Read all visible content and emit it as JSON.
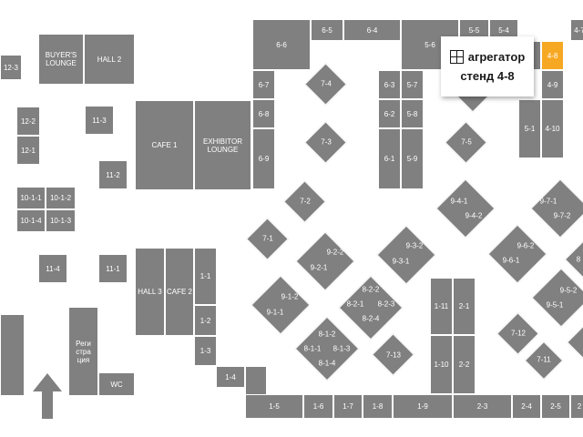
{
  "booths": [
    {
      "id": "12-3",
      "label": "12-3"
    },
    {
      "id": "buyers-lounge",
      "label": "BUYER'S LOUNGE"
    },
    {
      "id": "hall-2",
      "label": "HALL 2"
    },
    {
      "id": "12-2",
      "label": "12-2"
    },
    {
      "id": "12-1",
      "label": "12-1"
    },
    {
      "id": "11-3",
      "label": "11-3"
    },
    {
      "id": "11-2",
      "label": "11-2"
    },
    {
      "id": "cafe-1",
      "label": "CAFE 1"
    },
    {
      "id": "exhibitor-lounge",
      "label": "EXHIBITOR LOUNGE"
    },
    {
      "id": "10-1-1",
      "label": "10-1-1"
    },
    {
      "id": "10-1-2",
      "label": "10-1-2"
    },
    {
      "id": "10-1-4",
      "label": "10-1-4"
    },
    {
      "id": "10-1-3",
      "label": "10-1-3"
    },
    {
      "id": "11-4",
      "label": "11-4"
    },
    {
      "id": "11-1",
      "label": "11-1"
    },
    {
      "id": "hall-3",
      "label": "HALL 3"
    },
    {
      "id": "cafe-2",
      "label": "CAFE 2"
    },
    {
      "id": "1-1",
      "label": "1-1"
    },
    {
      "id": "1-2",
      "label": "1-2"
    },
    {
      "id": "1-3",
      "label": "1-3"
    },
    {
      "id": "left-block",
      "label": ""
    },
    {
      "id": "registration",
      "label": "Реги стра ция"
    },
    {
      "id": "wc",
      "label": "WC"
    },
    {
      "id": "1-4",
      "label": "1-4"
    },
    {
      "id": "1-5",
      "label": "1-5"
    },
    {
      "id": "1-6",
      "label": "1-6"
    },
    {
      "id": "1-7",
      "label": "1-7"
    },
    {
      "id": "1-8",
      "label": "1-8"
    },
    {
      "id": "1-9",
      "label": "1-9"
    },
    {
      "id": "1-11",
      "label": "1-11"
    },
    {
      "id": "1-10",
      "label": "1-10"
    },
    {
      "id": "2-1",
      "label": "2-1"
    },
    {
      "id": "2-2",
      "label": "2-2"
    },
    {
      "id": "2-3",
      "label": "2-3"
    },
    {
      "id": "2-4",
      "label": "2-4"
    },
    {
      "id": "2-5",
      "label": "2-5"
    },
    {
      "id": "2-6",
      "label": "2"
    },
    {
      "id": "6-6",
      "label": "6-6"
    },
    {
      "id": "6-5",
      "label": "6-5"
    },
    {
      "id": "6-4",
      "label": "6-4"
    },
    {
      "id": "5-6",
      "label": "5-6"
    },
    {
      "id": "5-5",
      "label": "5-5"
    },
    {
      "id": "5-4",
      "label": "5-4"
    },
    {
      "id": "4-7",
      "label": "4-7"
    },
    {
      "id": "6-7",
      "label": "6-7"
    },
    {
      "id": "6-8",
      "label": "6-8"
    },
    {
      "id": "6-9",
      "label": "6-9"
    },
    {
      "id": "6-3",
      "label": "6-3"
    },
    {
      "id": "6-2",
      "label": "6-2"
    },
    {
      "id": "6-1",
      "label": "6-1"
    },
    {
      "id": "5-7",
      "label": "5-7"
    },
    {
      "id": "5-8",
      "label": "5-8"
    },
    {
      "id": "5-9",
      "label": "5-9"
    },
    {
      "id": "4-8",
      "label": "4-8"
    },
    {
      "id": "4-9",
      "label": "4-9"
    },
    {
      "id": "4-10",
      "label": "4-10"
    },
    {
      "id": "5-1",
      "label": "5-1"
    },
    {
      "id": "5-3",
      "label": ""
    }
  ],
  "diamonds": [
    {
      "id": "7-4",
      "label": "7-4"
    },
    {
      "id": "7-3",
      "label": "7-3"
    },
    {
      "id": "7-2",
      "label": "7-2"
    },
    {
      "id": "7-1",
      "label": "7-1"
    },
    {
      "id": "7-5",
      "label": "7-5"
    },
    {
      "id": "5-2",
      "label": ""
    },
    {
      "id": "7-13",
      "label": "7-13"
    },
    {
      "id": "7-12",
      "label": "7-12"
    },
    {
      "id": "7-11",
      "label": "7-11"
    }
  ],
  "groups": [
    {
      "id": "9-2",
      "labels": [
        "9-2-2",
        "9-2-1"
      ]
    },
    {
      "id": "9-3",
      "labels": [
        "9-3-2",
        "9-3-1"
      ]
    },
    {
      "id": "9-1",
      "labels": [
        "9-1-2",
        "9-1-1"
      ]
    },
    {
      "id": "8-2",
      "labels": [
        "8-2-2",
        "8-2-1",
        "8-2-3",
        "8-2-4"
      ]
    },
    {
      "id": "8-1",
      "labels": [
        "8-1-2",
        "8-1-1",
        "8-1-3",
        "8-1-4"
      ]
    },
    {
      "id": "9-4",
      "labels": [
        "9-4-1",
        "9-4-2"
      ]
    },
    {
      "id": "9-7",
      "labels": [
        "9-7-1",
        "9-7-2"
      ]
    },
    {
      "id": "9-6",
      "labels": [
        "9-6-2",
        "9-6-1"
      ]
    },
    {
      "id": "9-5",
      "labels": [
        "9-5-2",
        "9-5-1"
      ]
    },
    {
      "id": "edge-1",
      "labels": [
        "8"
      ]
    }
  ],
  "tooltip": {
    "brand": "агрегатор",
    "stand": "стенд 4-8"
  },
  "colors": {
    "booth": "#808080",
    "highlight": "#f7a823",
    "background": "#ffffff",
    "label": "#ffffff"
  },
  "selected_booth": "4-8",
  "entrance": "arrow-up-icon"
}
